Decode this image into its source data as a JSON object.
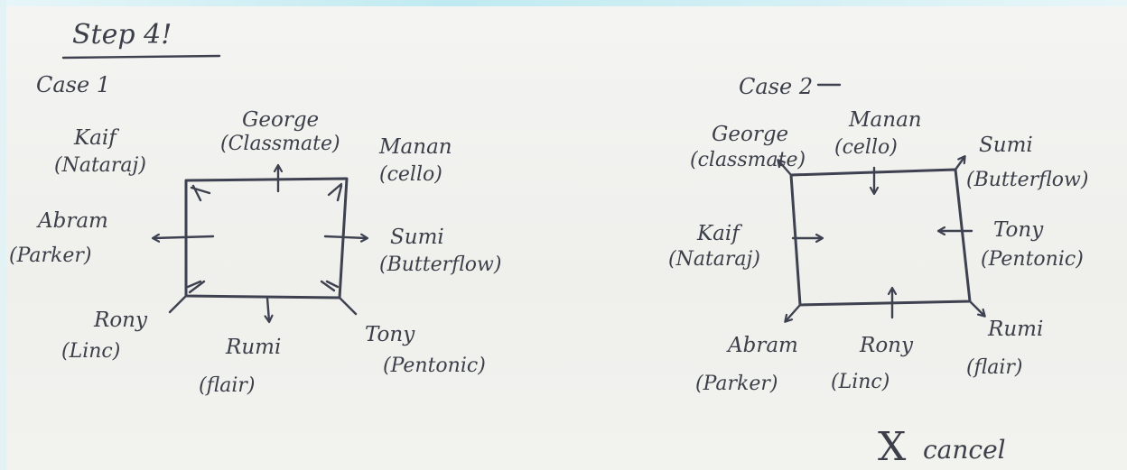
{
  "title": "Step 4!",
  "case1": {
    "label": "Case 1",
    "people": [
      {
        "name": "Kaif",
        "brand": "(Nataraj)"
      },
      {
        "name": "George",
        "brand": "(Classmate)"
      },
      {
        "name": "Manan",
        "brand": "(cello)"
      },
      {
        "name": "Abram",
        "brand": "(Parker)"
      },
      {
        "name": "Sumi",
        "brand": "(Butterflow)"
      },
      {
        "name": "Rony",
        "brand": "(Linc)"
      },
      {
        "name": "Rumi",
        "brand": "(flair)"
      },
      {
        "name": "Tony",
        "brand": "(Pentonic)"
      }
    ]
  },
  "case2": {
    "label": "Case 2",
    "people": [
      {
        "name": "George",
        "brand": "(classmate)"
      },
      {
        "name": "Manan",
        "brand": "(cello)"
      },
      {
        "name": "Sumi",
        "brand": "(Butterflow)"
      },
      {
        "name": "Kaif",
        "brand": "(Nataraj)"
      },
      {
        "name": "Tony",
        "brand": "(Pentonic)"
      },
      {
        "name": "Abram",
        "brand": "(Parker)"
      },
      {
        "name": "Rony",
        "brand": "(Linc)"
      },
      {
        "name": "Rumi",
        "brand": "(flair)"
      }
    ],
    "cancel_mark": "X",
    "cancel_text": "cancel"
  },
  "colors": {
    "ink": "#3e4150",
    "paper": "#f1f1ef",
    "edge": "#bfeaf1"
  }
}
